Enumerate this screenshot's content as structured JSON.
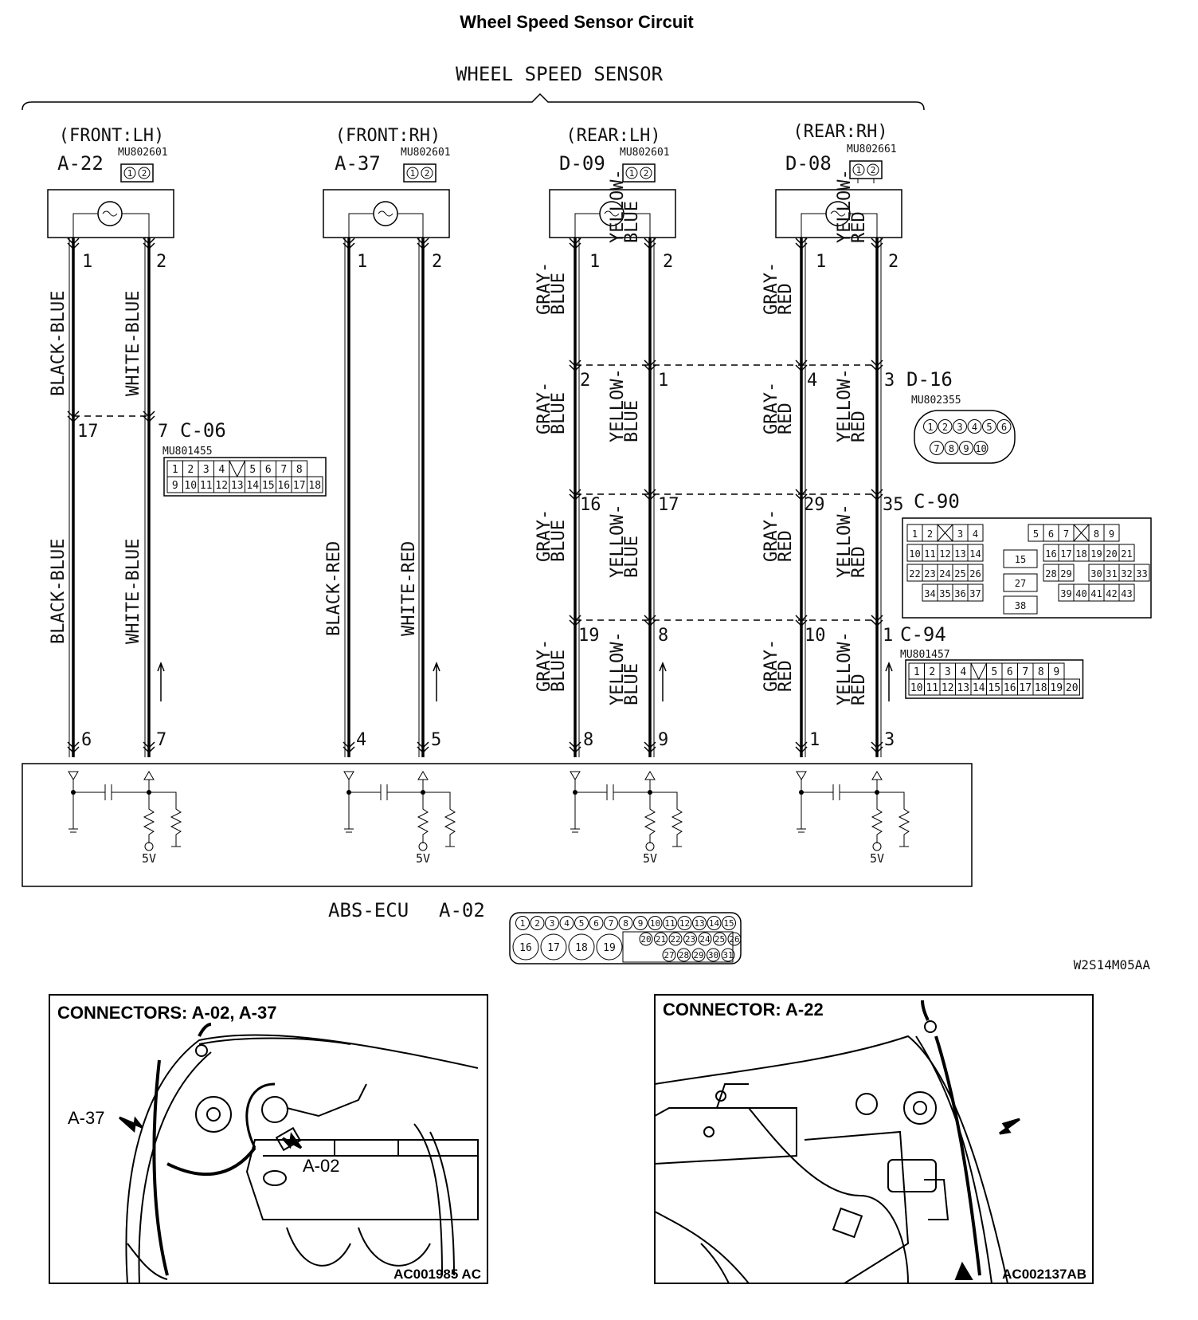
{
  "title": "Wheel Speed Sensor Circuit",
  "group_label": "WHEEL SPEED SENSOR",
  "drawing_code": "W2S14M05AA",
  "voltage_label": "5V",
  "sensors": [
    {
      "position": "(FRONT:LH)",
      "connector": "A-22",
      "part": "MU802601"
    },
    {
      "position": "(FRONT:RH)",
      "connector": "A-37",
      "part": "MU802601"
    },
    {
      "position": "(REAR:LH)",
      "connector": "D-09",
      "part": "MU802601"
    },
    {
      "position": "(REAR:RH)",
      "connector": "D-08",
      "part": "MU802661"
    }
  ],
  "pins": {
    "s_fl": [
      "1",
      "2"
    ],
    "s_fr": [
      "1",
      "2"
    ],
    "s_rl": [
      "1",
      "2"
    ],
    "s_rr": [
      "1",
      "2"
    ],
    "c06": [
      "17",
      "7"
    ],
    "d16": [
      "2",
      "1",
      "4",
      "3"
    ],
    "c90": [
      "16",
      "17",
      "29",
      "35"
    ],
    "c94": [
      "19",
      "8",
      "10",
      "1"
    ],
    "ecu": [
      "6",
      "7",
      "4",
      "5",
      "8",
      "9",
      "1",
      "3"
    ]
  },
  "wires": {
    "fl_upper": [
      "BLACK-BLUE",
      "WHITE-BLUE"
    ],
    "fl_lower": [
      "BLACK-BLUE",
      "WHITE-BLUE"
    ],
    "fr": [
      "BLACK-RED",
      "WHITE-RED"
    ],
    "rl": [
      "GRAY-",
      "BLUE",
      "YELLOW-",
      "BLUE"
    ],
    "rr": [
      "GRAY-",
      "RED",
      "YELLOW-",
      "RED"
    ]
  },
  "connectors": {
    "c06": {
      "name": "C-06",
      "part": "MU801455",
      "row1": [
        "1",
        "2",
        "3",
        "4",
        "",
        "5",
        "6",
        "7",
        "8"
      ],
      "row2": [
        "9",
        "10",
        "11",
        "12",
        "13",
        "14",
        "15",
        "16",
        "17",
        "18"
      ]
    },
    "d16": {
      "name": "D-16",
      "part": "MU802355",
      "row1": [
        "1",
        "2",
        "3",
        "4",
        "5",
        "6"
      ],
      "row2": [
        "7",
        "8",
        "9",
        "10"
      ]
    },
    "c90": {
      "name": "C-90",
      "cells": [
        "1",
        "2",
        "3",
        "4",
        "5",
        "6",
        "7",
        "8",
        "9",
        "10",
        "11",
        "12",
        "13",
        "14",
        "15",
        "16",
        "17",
        "18",
        "19",
        "20",
        "21",
        "22",
        "23",
        "24",
        "25",
        "26",
        "27",
        "28",
        "29",
        "30",
        "31",
        "32",
        "33",
        "34",
        "35",
        "36",
        "37",
        "38",
        "39",
        "40",
        "41",
        "42",
        "43"
      ]
    },
    "c94": {
      "name": "C-94",
      "part": "MU801457",
      "row1": [
        "1",
        "2",
        "3",
        "4",
        "",
        "5",
        "6",
        "7",
        "8",
        "9"
      ],
      "row2": [
        "10",
        "11",
        "12",
        "13",
        "14",
        "15",
        "16",
        "17",
        "18",
        "19",
        "20"
      ]
    },
    "a02": {
      "name": "A-02",
      "ecu_label": "ABS-ECU",
      "row1": [
        "1",
        "2",
        "3",
        "4",
        "5",
        "6",
        "7",
        "8",
        "9",
        "10",
        "11",
        "12",
        "13",
        "14",
        "15"
      ],
      "row2": [
        "16",
        "17",
        "18",
        "19",
        "20",
        "21",
        "22",
        "23",
        "24",
        "25",
        "26"
      ],
      "row3": [
        "27",
        "28",
        "29",
        "30",
        "31"
      ]
    }
  },
  "photos": [
    {
      "title": "CONNECTORS: A-02, A-37",
      "code": "AC001985 AC",
      "labels": [
        "A-37",
        "A-02"
      ]
    },
    {
      "title": "CONNECTOR: A-22",
      "code": "AC002137AB"
    }
  ]
}
